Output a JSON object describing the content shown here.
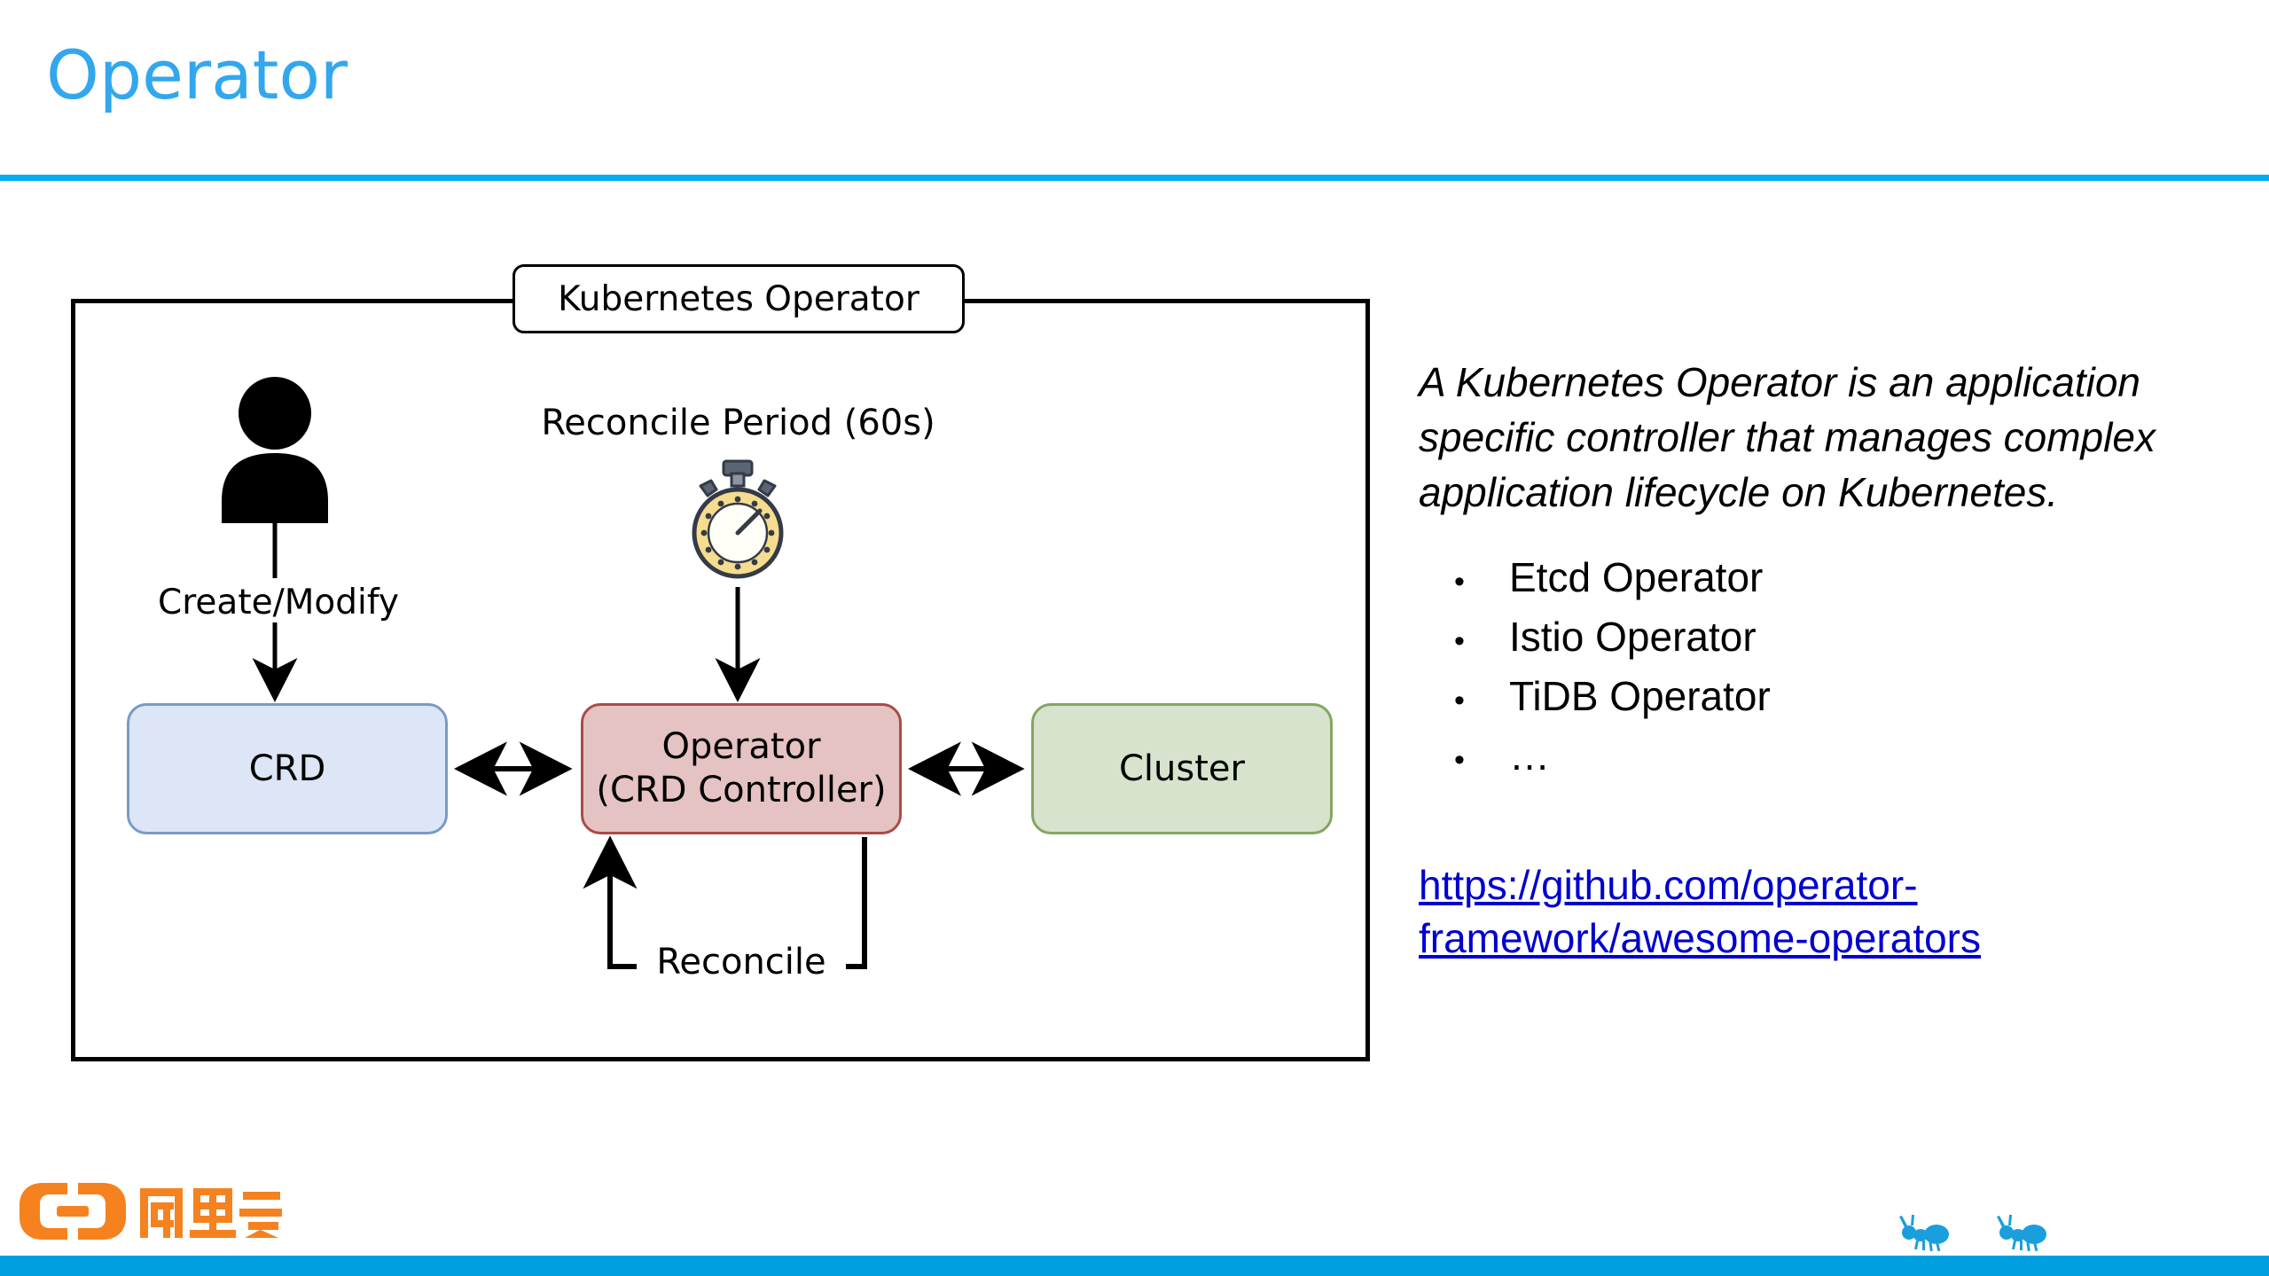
{
  "slide": {
    "title": "Operator",
    "title_color": "#32A7EE",
    "rule_color": "#00AEEF",
    "background": "#FFFFFF"
  },
  "diagram": {
    "frame_label": "Kubernetes Operator",
    "actor": {
      "icon": "person-icon",
      "edge_label": "Create/Modify"
    },
    "timer": {
      "icon": "stopwatch-icon",
      "caption": "Reconcile Period (60s)"
    },
    "nodes": [
      {
        "id": "crd",
        "label": "CRD",
        "fill": "#DCE6F6",
        "stroke": "#7B9AC4"
      },
      {
        "id": "operator",
        "label_line1": "Operator",
        "label_line2": "(CRD Controller)",
        "fill": "#E5C3C2",
        "stroke": "#A84C48"
      },
      {
        "id": "cluster",
        "label": "Cluster",
        "fill": "#D7E3CD",
        "stroke": "#84A563"
      }
    ],
    "loop_label": "Reconcile",
    "edges": [
      {
        "from": "actor",
        "to": "crd",
        "label": "Create/Modify",
        "style": "arrow-down"
      },
      {
        "from": "timer",
        "to": "operator",
        "label": "",
        "style": "arrow-down"
      },
      {
        "from": "crd",
        "to": "operator",
        "label": "",
        "style": "double-arrow"
      },
      {
        "from": "operator",
        "to": "cluster",
        "label": "",
        "style": "double-arrow"
      },
      {
        "from": "operator",
        "to": "operator",
        "label": "Reconcile",
        "style": "feedback-loop"
      }
    ]
  },
  "sidebar": {
    "description": "A Kubernetes Operator is an application specific controller that manages complex application lifecycle on Kubernetes.",
    "bullet_char": "•",
    "bullets": [
      "Etcd Operator",
      "Istio Operator",
      "TiDB Operator",
      "…"
    ],
    "link": {
      "text": "https://github.com/operator-framework/awesome-operators",
      "color": "#0000CE"
    }
  },
  "footer": {
    "brand_name": "阿里云",
    "brand_color": "#F5821F",
    "bar_color": "#00A0E0",
    "ant_icon": "ant-icon",
    "ant_color": "#1A9FDC",
    "ant_count": 2
  }
}
